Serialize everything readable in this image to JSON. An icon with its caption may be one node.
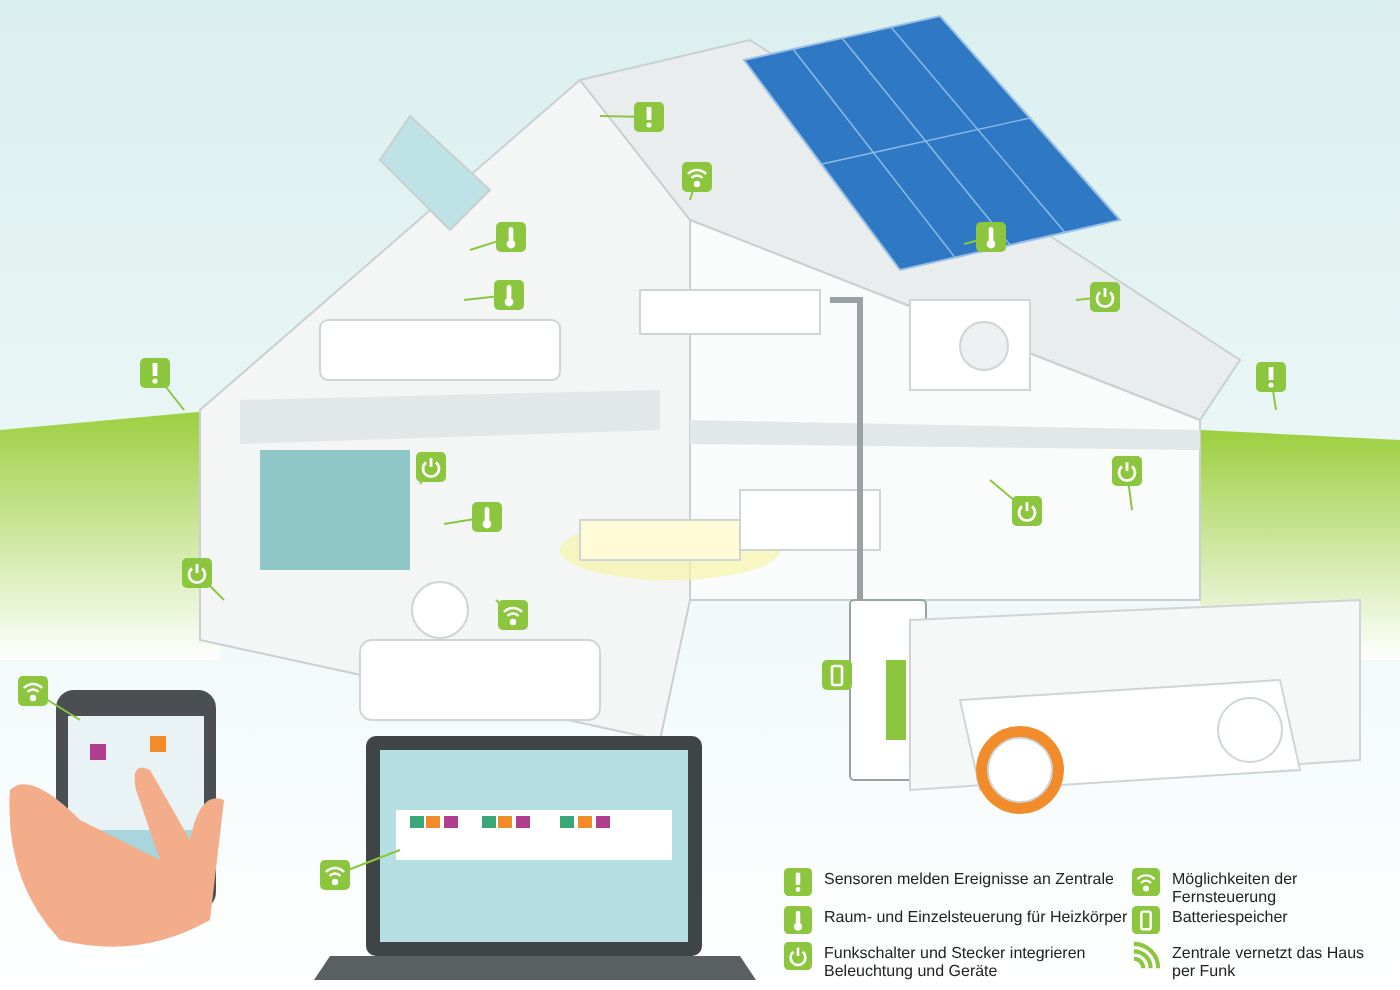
{
  "diagram": {
    "legend": [
      {
        "text": "Sensoren melden Ereignisse an Zentrale"
      },
      {
        "text": "Möglichkeiten der Fernsteuerung"
      },
      {
        "text": "Raum- und Einzelsteuerung für Heizkörper"
      },
      {
        "text": "Batteriespeicher"
      },
      {
        "text": "Funkschalter und Stecker integrieren Beleuchtung und Geräte"
      },
      {
        "text": "Zentrale vernetzt das Haus per Funk"
      }
    ]
  }
}
